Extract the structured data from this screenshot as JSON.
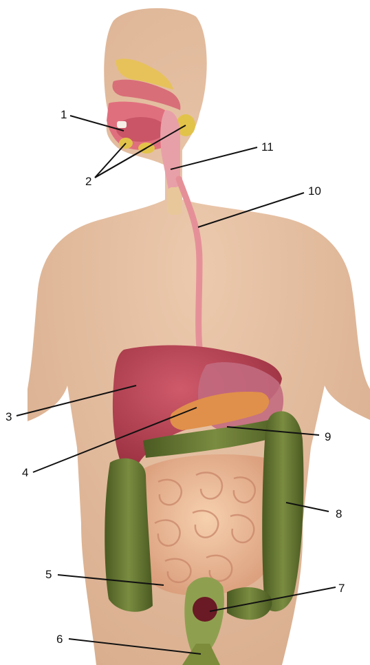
{
  "diagram": {
    "callouts": [
      {
        "label": "1"
      },
      {
        "label": "2"
      },
      {
        "label": "3"
      },
      {
        "label": "4"
      },
      {
        "label": "5"
      },
      {
        "label": "6"
      },
      {
        "label": "7"
      },
      {
        "label": "8"
      },
      {
        "label": "9"
      },
      {
        "label": "10"
      },
      {
        "label": "11"
      }
    ]
  },
  "colors": {
    "skin": "#e6c3a6",
    "liver": "#b4404f",
    "stomach": "#c06070",
    "pancreas": "#e0904a",
    "small_intestine": "#eab995",
    "large_intestine": "#5d7030",
    "esophagus": "#e59098",
    "gland": "#e2c34a",
    "rectum": "#6a1a24",
    "leader_line": "#111111"
  }
}
